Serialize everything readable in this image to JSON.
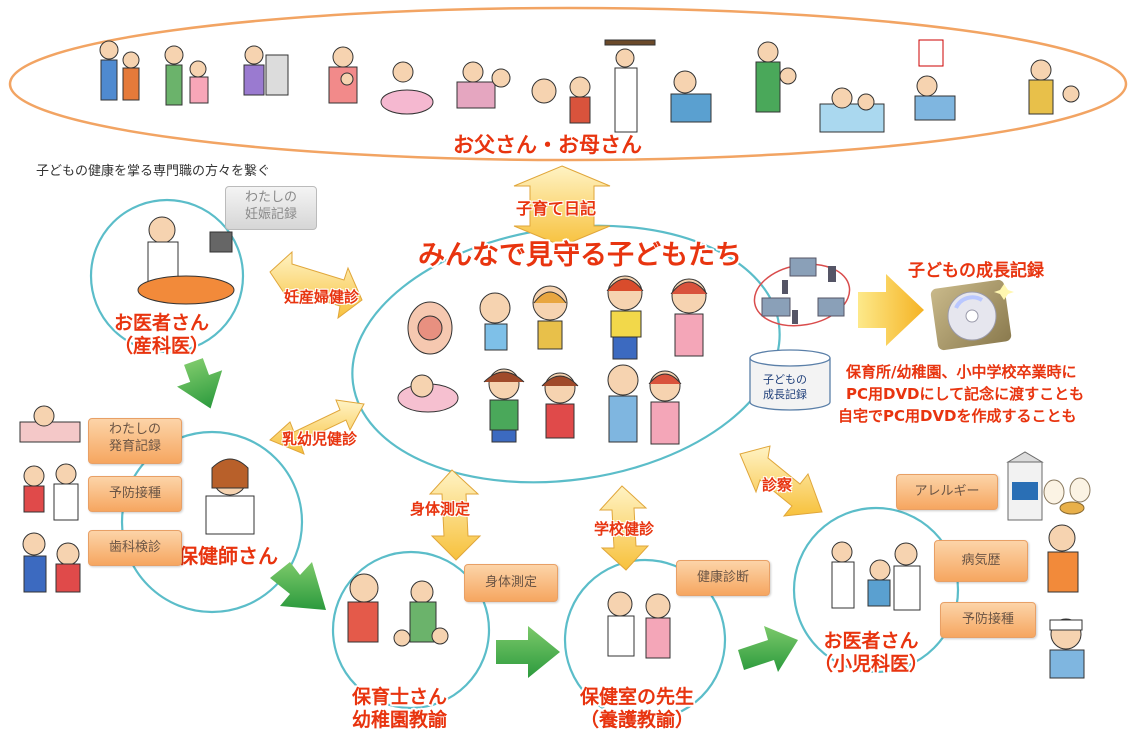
{
  "banner": {
    "parents_label": "お父さん・お母さん"
  },
  "subtitle": "子どもの健康を掌る専門職の方々を繋ぐ",
  "center": {
    "title": "みんなで見守る子どもたち",
    "diary_label": "子育て日記",
    "record_cylinder_line1": "子どもの",
    "record_cylinder_line2": "成長記録"
  },
  "growth_record": {
    "title": "子どもの成長記録",
    "line1": "保育所/幼稚園、小中学校卒業時に",
    "line2": "PC用DVDにして記念に渡すことも",
    "line3": "自宅でPC用DVDを作成することも"
  },
  "arrows": {
    "prenatal_checkup": "妊産婦健診",
    "infant_checkup": "乳幼児健診",
    "body_measurement": "身体測定",
    "school_checkup": "学校健診",
    "consultation": "診察"
  },
  "roles": {
    "obstetrician_line1": "お医者さん",
    "obstetrician_line2": "（産科医）",
    "health_nurse": "保健師さん",
    "nursery_line1": "保育士さん",
    "nursery_line2": "幼稚園教諭",
    "school_nurse_line1": "保健室の先生",
    "school_nurse_line2": "（養護教諭）",
    "pediatrician_line1": "お医者さん",
    "pediatrician_line2": "（小児科医）"
  },
  "boxes": {
    "pregnancy_record_line1": "わたしの",
    "pregnancy_record_line2": "妊娠記録",
    "growth_record_line1": "わたしの",
    "growth_record_line2": "発育記録",
    "vaccination": "予防接種",
    "dental_checkup": "歯科検診",
    "body_measurement": "身体測定",
    "health_checkup": "健康診断",
    "allergy": "アレルギー",
    "medical_history": "病気歴",
    "vaccination2": "予防接種"
  },
  "colors": {
    "red_text": "#e8340f",
    "circle": "#5bbdc9",
    "green_arrow": "#3aa845",
    "yellow_arrow": "#f7c94a"
  }
}
